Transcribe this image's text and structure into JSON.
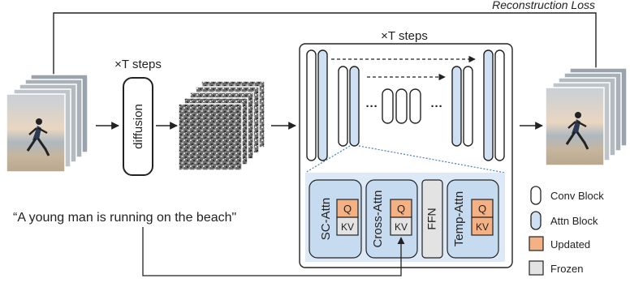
{
  "labels": {
    "reconstruction_loss": "Reconstruction Loss",
    "steps_left": "×T steps",
    "steps_unet": "×T steps",
    "diffusion": "diffusion",
    "ellipsis": "···",
    "prompt": "“A young man is running on the beach\""
  },
  "blocks": [
    {
      "name": "SC-Attn",
      "q": "Q",
      "kv": "KV"
    },
    {
      "name": "Cross-Attn",
      "q": "Q",
      "kv": "KV"
    },
    {
      "name": "FFN"
    },
    {
      "name": "Temp-Attn",
      "q": "Q",
      "kv": "KV"
    }
  ],
  "legend": [
    {
      "label": "Conv Block",
      "icon": "conv-block-icon"
    },
    {
      "label": "Attn Block",
      "icon": "attn-block-icon"
    },
    {
      "label": "Updated",
      "icon": "updated-square-icon"
    },
    {
      "label": "Frozen",
      "icon": "frozen-square-icon"
    }
  ],
  "colors": {
    "attn_fill": "#cfe0f3",
    "attn_panel": "#dde9f6",
    "updated": "#f4b183",
    "frozen": "#e3e3e3",
    "stroke": "#222222"
  }
}
